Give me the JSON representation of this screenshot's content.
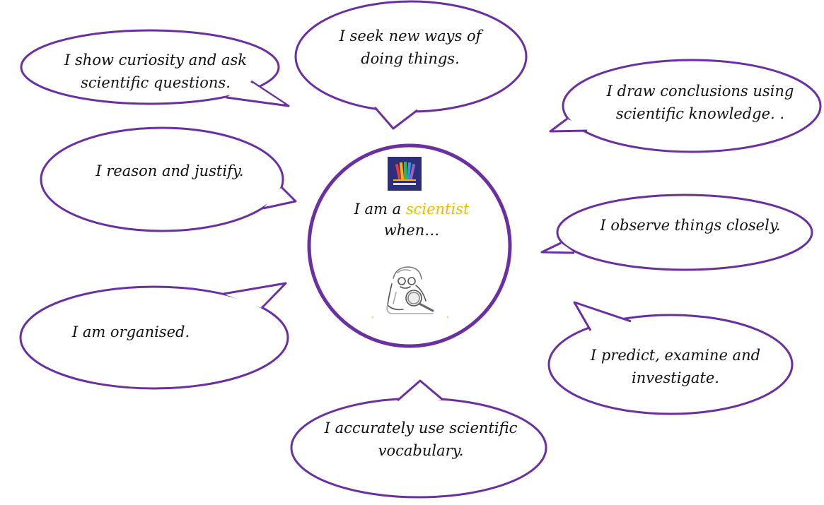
{
  "colors": {
    "bubble_stroke": "#6a2fa0",
    "center_stroke": "#6a2fa0",
    "highlight": "#f5b800",
    "text": "#111111",
    "logo_bg": "#2d2f7a"
  },
  "center": {
    "line1_prefix": "I am a ",
    "line1_highlight": "scientist",
    "line2": "when…",
    "logo_icon": "school-logo-icon",
    "illustration_icon": "scientist-magnifier-icon"
  },
  "bubbles": [
    {
      "id": "curiosity",
      "line1": "I show curiosity and ask",
      "line2": "scientific questions."
    },
    {
      "id": "new-ways",
      "line1": "I seek new ways of",
      "line2": "doing things."
    },
    {
      "id": "conclusions",
      "line1": "I draw conclusions using",
      "line2": "scientific knowledge. ."
    },
    {
      "id": "reason",
      "line1": "I reason and justify.",
      "line2": ""
    },
    {
      "id": "observe",
      "line1": "I observe things closely.",
      "line2": ""
    },
    {
      "id": "organised",
      "line1": "I am organised.",
      "line2": ""
    },
    {
      "id": "predict",
      "line1": "I predict, examine and",
      "line2": "investigate."
    },
    {
      "id": "vocabulary",
      "line1": "I accurately use scientific",
      "line2": "vocabulary."
    }
  ]
}
